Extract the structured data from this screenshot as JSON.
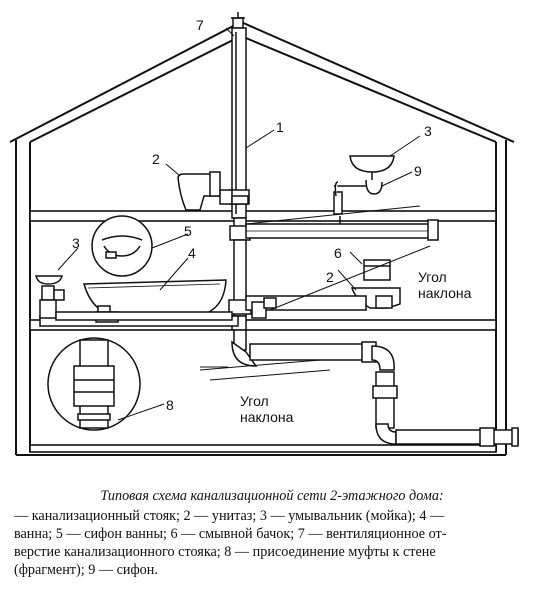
{
  "diagram": {
    "labels": {
      "n1": "1",
      "n2_top": "2",
      "n3_top": "3",
      "n9": "9",
      "n3_mid": "3",
      "n5": "5",
      "n4": "4",
      "n6": "6",
      "n2_mid": "2",
      "n7": "7",
      "n8": "8"
    },
    "annotations": {
      "slope_mid_line1": "Угол",
      "slope_mid_line2": "наклона",
      "slope_low_line1": "Угол",
      "slope_low_line2": "наклона"
    }
  },
  "caption": {
    "title": "Типовая схема канализационной сети 2-этажного дома:",
    "lines": [
      "— канализационный стояк; 2 — унитаз; 3 — умывальник (мойка); 4 —",
      "ванна; 5 — сифон ванны; 6 — смывной бачок; 7 — вентиляционное от-",
      "верстие канализационного стояка; 8 — присоединение муфты к стене",
      "(фрагмент); 9 — сифон."
    ]
  }
}
